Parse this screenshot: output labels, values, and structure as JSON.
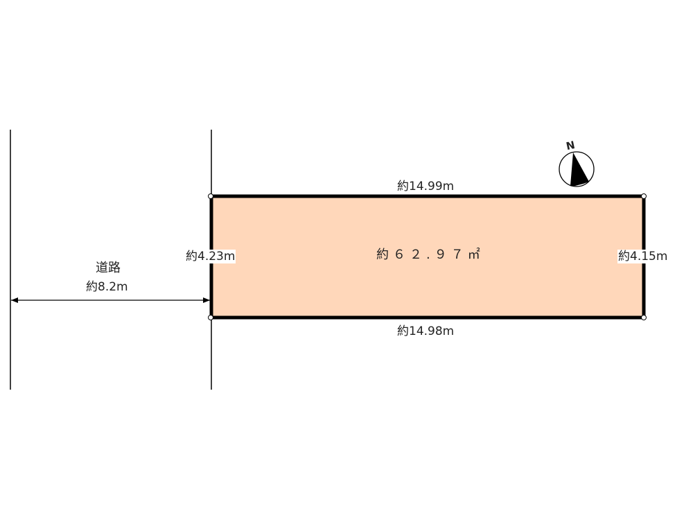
{
  "plot": {
    "area_label": "約６２.９７㎡",
    "fill_color": "#FFD7BA",
    "border_color": "#000000",
    "top_edge_label": "約14.99m",
    "bottom_edge_label": "約14.98m",
    "left_edge_label": "約4.23m",
    "right_edge_label": "約4.15m"
  },
  "road": {
    "name": "道路",
    "width_label": "約8.2m"
  },
  "compass": {
    "north_label": "N",
    "icon": "north-arrow-icon"
  }
}
